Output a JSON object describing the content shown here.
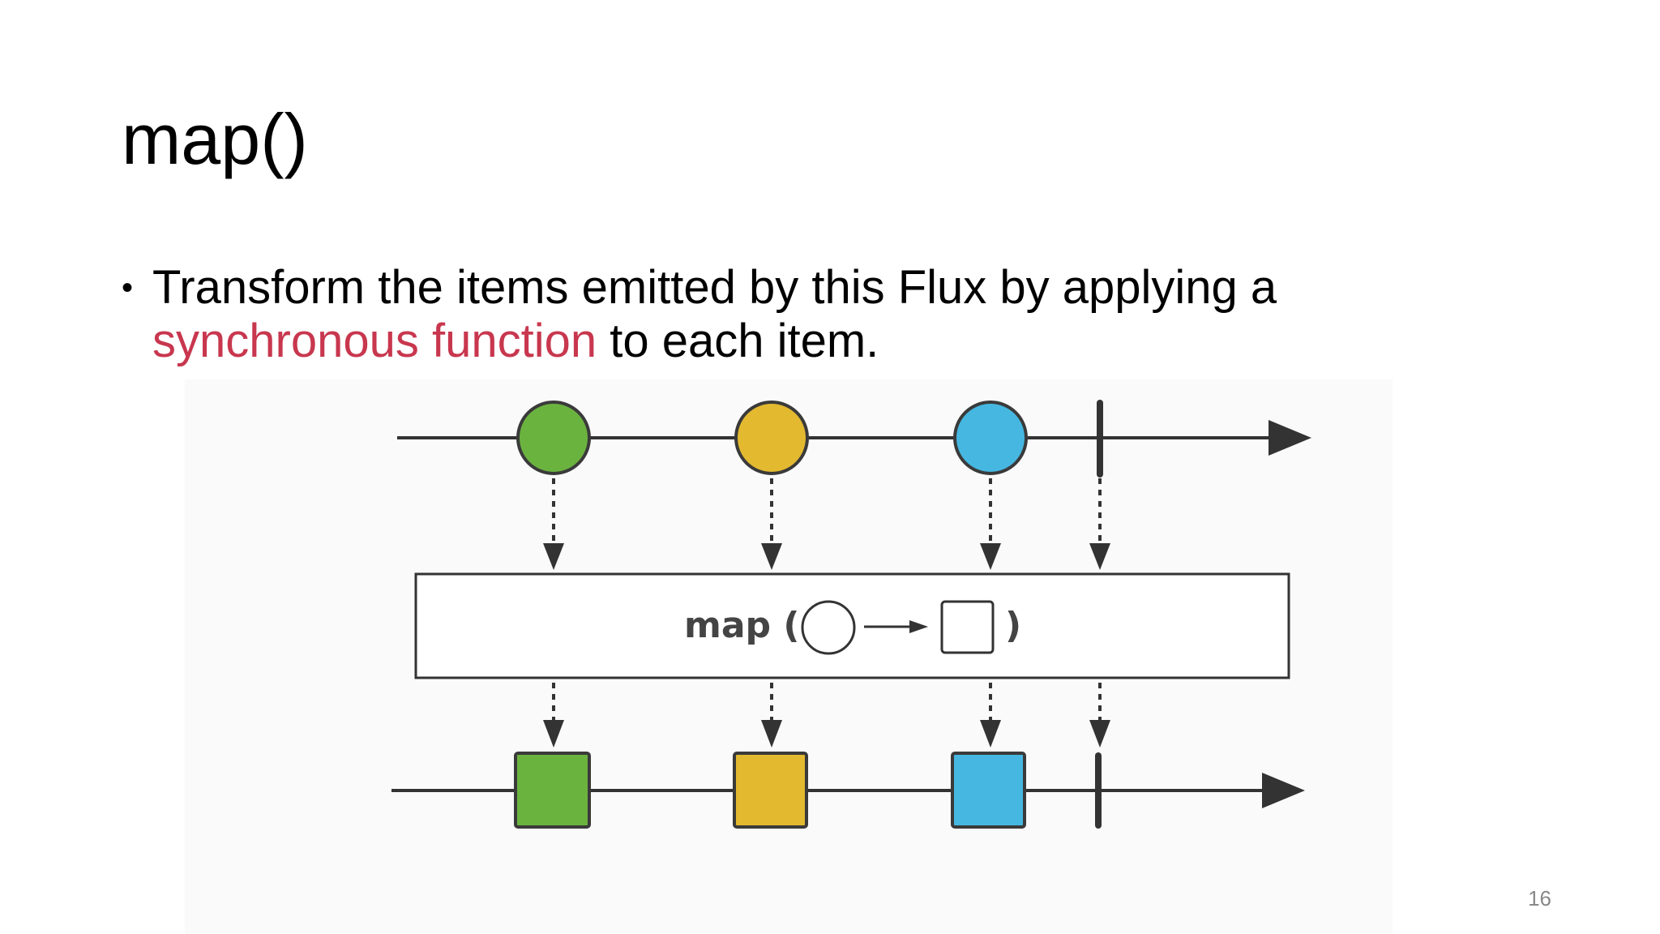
{
  "slide": {
    "title": "map()",
    "bullet": {
      "text_before": "Transform the items emitted by this Flux by applying a",
      "highlight": "synchronous function",
      "text_after": " to each item."
    },
    "page_number": "16"
  },
  "diagram": {
    "operator_label": "map (",
    "operator_close": ")",
    "items": [
      {
        "name": "green",
        "color": "#6bb33f"
      },
      {
        "name": "yellow",
        "color": "#e3b930"
      },
      {
        "name": "blue",
        "color": "#46b7e1"
      }
    ],
    "colors": {
      "line": "#333333",
      "shape_stroke": "#3a3a3a",
      "highlight_text": "#c8374e"
    }
  }
}
